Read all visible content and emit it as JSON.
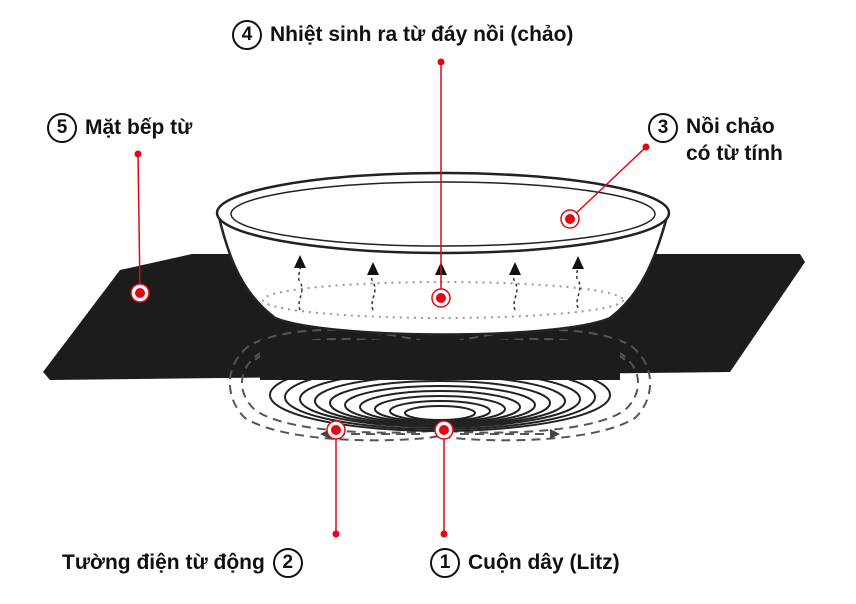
{
  "labels": {
    "heat": {
      "number": "4",
      "text": "Nhiệt sinh ra từ đáy nồi (chảo)"
    },
    "cooktop": {
      "number": "5",
      "text": "Mặt bếp từ"
    },
    "pan": {
      "number": "3",
      "line1": "Nồi chảo",
      "line2": "có từ tính"
    },
    "eddy": {
      "number": "2",
      "text": "Tường điện từ động"
    },
    "coil": {
      "number": "1",
      "text": "Cuộn dây (Litz)"
    }
  },
  "colors": {
    "marker": "#e30613",
    "ink": "#111111",
    "cooktop": "#1c1c1c"
  }
}
